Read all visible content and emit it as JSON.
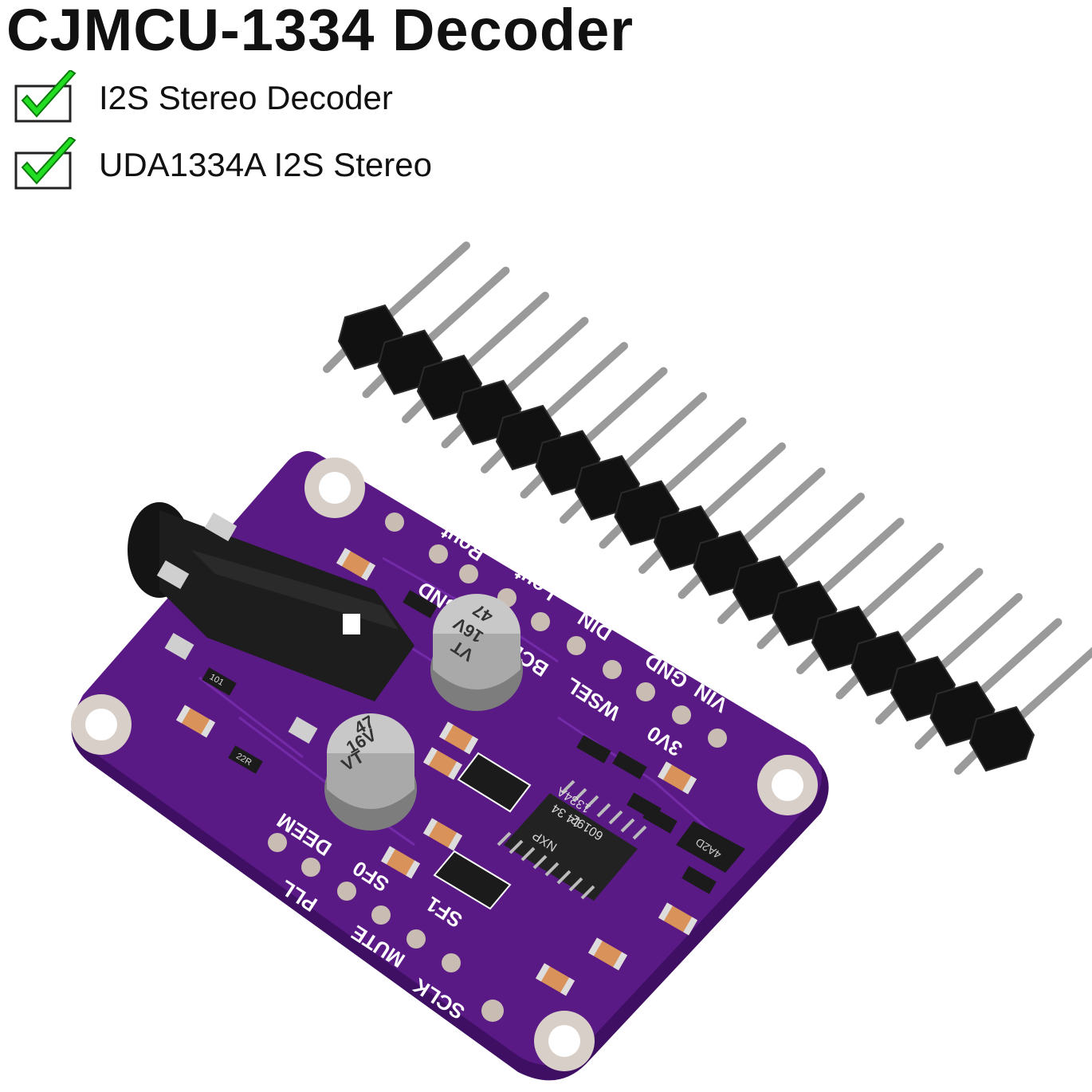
{
  "title": "CJMCU-1334 Decoder",
  "features": [
    {
      "label": "I2S Stereo Decoder",
      "icon": "checkbox-checked-icon"
    },
    {
      "label": "UDA1334A I2S Stereo",
      "icon": "checkbox-checked-icon"
    }
  ],
  "colors": {
    "board": "#5a1a86",
    "check": "#22dd22",
    "pin": "#9a9a9a",
    "header": "#111111"
  },
  "board": {
    "pins_top": [
      "VIN",
      "GND",
      "3V0",
      "WSEL",
      "DIN",
      "BCLK",
      "Lout",
      "GND",
      "Rout"
    ],
    "pins_left": [
      "DEEM",
      "PLL",
      "SF0",
      "MUTE",
      "SF1",
      "SCLK"
    ],
    "chip": {
      "line1": "1334A",
      "line2": "14 34",
      "line3": "60192",
      "brand": "NXP"
    },
    "capacitor": {
      "value": "47",
      "voltage": "16V",
      "series": "VT"
    },
    "regulator": "4A2D",
    "resistors": [
      "101",
      "22R"
    ]
  }
}
